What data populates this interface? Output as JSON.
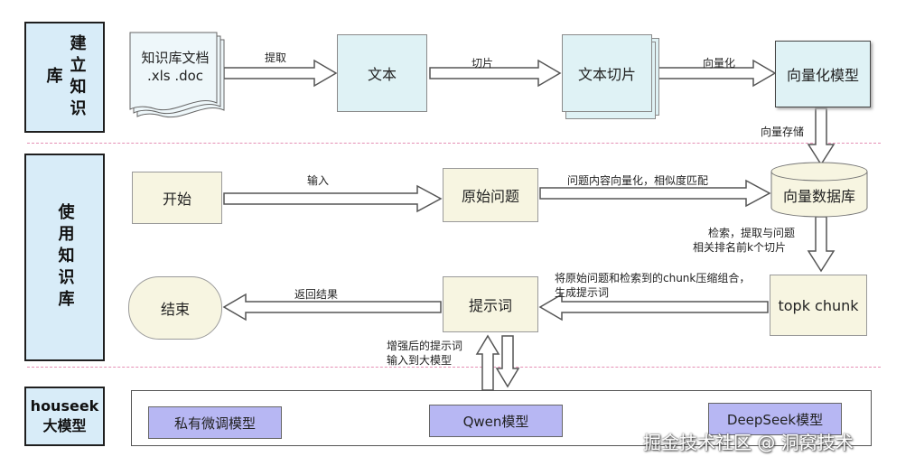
{
  "lanes": {
    "build": "建立知识库",
    "use": "使用知识库",
    "model_line1": "houseek",
    "model_line2": "大模型"
  },
  "nodes": {
    "kb_doc_line1": "知识库文档",
    "kb_doc_line2": ".xls   .doc",
    "text": "文本",
    "text_chunks": "文本切片",
    "vector_model": "向量化模型",
    "start": "开始",
    "original_question": "原始问题",
    "vector_db": "向量数据库",
    "end": "结束",
    "prompt": "提示词",
    "topk_chunk": "topk chunk",
    "private_model": "私有微调模型",
    "qwen": "Qwen模型",
    "deepseek": "DeepSeek模型"
  },
  "edges": {
    "extract": "提取",
    "slice": "切片",
    "vectorize": "向量化",
    "vector_store": "向量存储",
    "input": "输入",
    "question_vectorize": "问题内容向量化，相似度匹配",
    "retrieve_line1": "检索，提取与问题",
    "retrieve_line2": "相关排名前k个切片",
    "combine_line1": "将原始问题和检索到的chunk压缩组合，",
    "combine_line2": "生成提示词",
    "return_result": "返回结果",
    "enhanced_line1": "增强后的提示词",
    "enhanced_line2": "输入到大模型"
  },
  "watermark": "掘金技术社区 @ 洞窝技术",
  "colors": {
    "lane_fill": "#d8ecf8",
    "cyan_fill": "#dff2f5",
    "beige_fill": "#f7f5e1",
    "lavender_fill": "#b7b7f3",
    "divider": "#e58fb4"
  }
}
